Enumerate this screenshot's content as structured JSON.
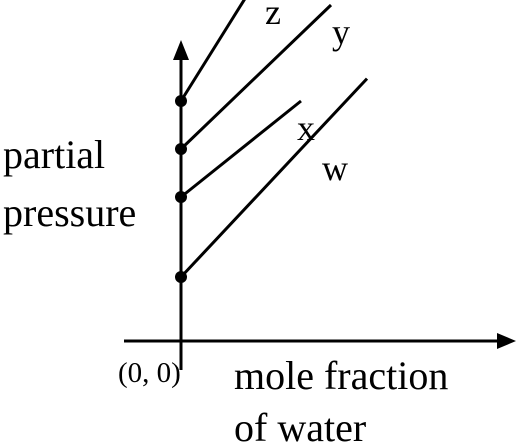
{
  "chart_data": {
    "type": "line",
    "xlabel_lines": [
      "mole fraction",
      "of water"
    ],
    "ylabel_lines": [
      "partial",
      "pressure"
    ],
    "origin_label": "(0, 0)",
    "series": [
      {
        "name": "z",
        "intercept": 0.75,
        "slope": 1.5
      },
      {
        "name": "y",
        "intercept": 0.6,
        "slope": 0.9
      },
      {
        "name": "x",
        "intercept": 0.45,
        "slope": 0.75
      },
      {
        "name": "w",
        "intercept": 0.2,
        "slope": 1.0
      }
    ],
    "xlim": [
      0,
      1
    ],
    "ylim": [
      0,
      1
    ],
    "grid": false,
    "legend": "none"
  }
}
